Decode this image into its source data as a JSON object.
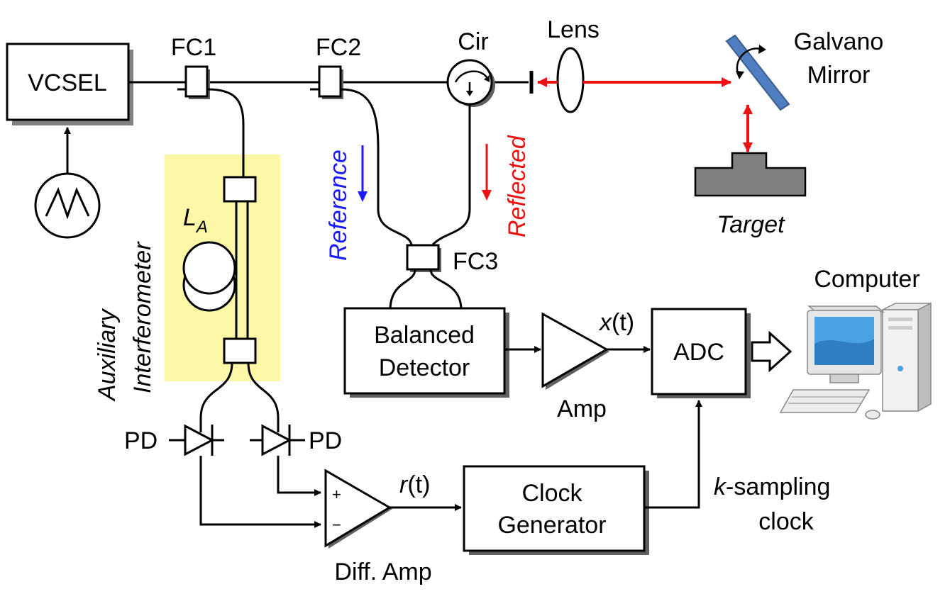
{
  "colors": {
    "highlight": "#fbf7a6",
    "beam": "#ee1111",
    "reference_arrow": "#1a1aff",
    "reflected_arrow": "#ee1111",
    "mirror": "#4f7fc0",
    "target": "#808080",
    "screen": "#4aa3e0"
  },
  "labels": {
    "vcsel": "VCSEL",
    "fc1": "FC1",
    "fc2": "FC2",
    "fc3": "FC3",
    "cir": "Cir",
    "lens": "Lens",
    "galvano_line1": "Galvano",
    "galvano_line2": "Mirror",
    "target": "Target",
    "reference": "Reference",
    "reflected": "Reflected",
    "la_main": "L",
    "la_sub": "A",
    "aux_line1": "Auxiliary",
    "aux_line2": "Interferometer",
    "balanced_line1": "Balanced",
    "balanced_line2": "Detector",
    "amp": "Amp",
    "xt_var": "x",
    "xt_arg": "(t)",
    "adc": "ADC",
    "computer": "Computer",
    "pd_left": "PD",
    "pd_right": "PD",
    "rt_var": "r",
    "rt_arg": "(t)",
    "clock_line1": "Clock",
    "clock_line2": "Generator",
    "diff_amp": "Diff. Amp",
    "ksamp_var": "k",
    "ksamp_rest": "-sampling",
    "ksamp_line2": "clock",
    "plus": "+",
    "minus": "−"
  }
}
